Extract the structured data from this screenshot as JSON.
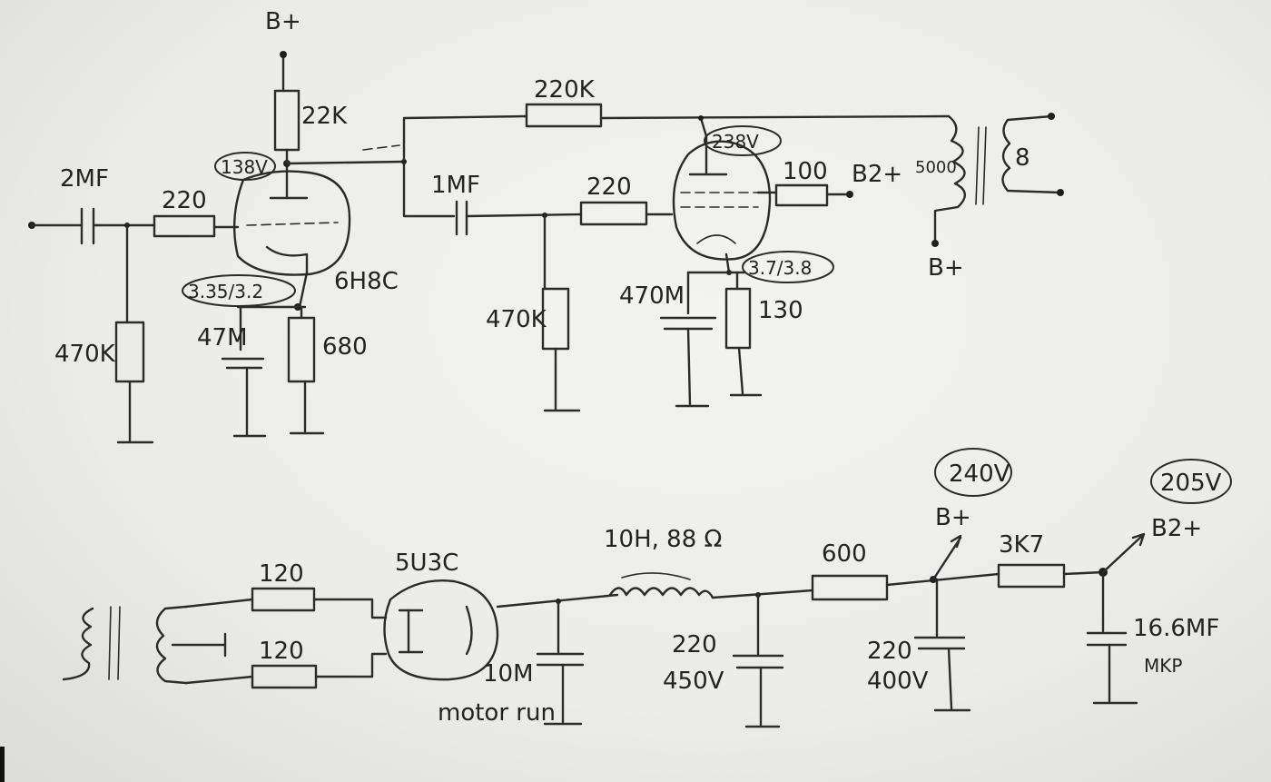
{
  "labels": {
    "b_plus_top": "B+",
    "r_22k": "22K",
    "r_220k": "220K",
    "v_238": "238V",
    "v_138": "138V",
    "c_2uf": "2MF",
    "r_220_grid1": "220",
    "c_1uf": "1MF",
    "r_220_grid2": "220",
    "r_100": "100",
    "b2_plus_top": "B2+",
    "xfmr_5000": "5000",
    "xfmr_8": "8",
    "b_plus_right": "B+",
    "v_3_35": "3.35/3.2",
    "tube_6h8c": "6H8C",
    "c_470u": "470M",
    "v_3_7": "3.7/3.8",
    "r_470k_1": "470K",
    "c_47u": "47M",
    "r_680": "680",
    "r_470k_2": "470K",
    "r_130": "130",
    "v_240": "240V",
    "v_205": "205V",
    "choke": "10H, 88 Ω",
    "r_120_a": "120",
    "rect_5u3c": "5U3C",
    "r_600": "600",
    "b_plus_psu": "B+",
    "r_3k7": "3K7",
    "b2_plus_psu": "B2+",
    "r_120_b": "120",
    "c_220_450": "220",
    "v_450": "450V",
    "c_220_400": "220",
    "v_400": "400V",
    "c_16_6": "16.6MF",
    "c_mkp": "MKP",
    "c_10u": "10M",
    "motor_run": "motor run"
  },
  "colors": {
    "ink": "#2b2b2b",
    "paper": "#efefed"
  }
}
